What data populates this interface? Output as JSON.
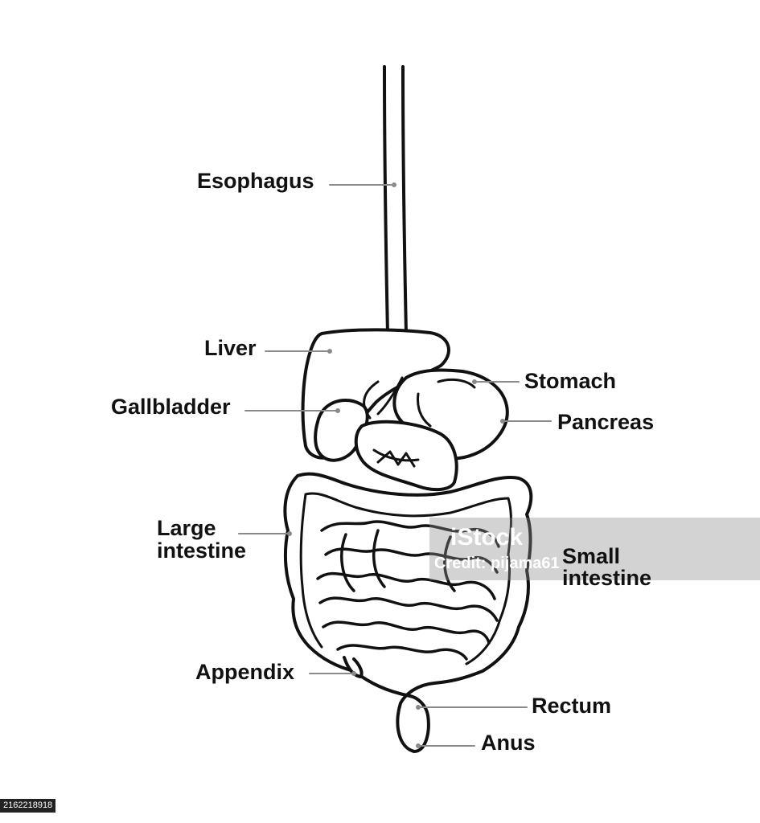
{
  "labels": {
    "esophagus": "Esophagus",
    "liver": "Liver",
    "stomach": "Stomach",
    "gallbladder": "Gallbladder",
    "pancreas": "Pancreas",
    "large_intestine_l1": "Large",
    "large_intestine_l2": "intestine",
    "small_intestine_l1": "Small",
    "small_intestine_l2": "intestine",
    "appendix": "Appendix",
    "rectum": "Rectum",
    "anus": "Anus"
  },
  "watermark": {
    "brand": "iStock",
    "credit": "Credit: pijama61"
  },
  "stock_id": "2162218918",
  "colors": {
    "ink": "#111111",
    "leader": "#8a8a8a",
    "background": "#ffffff"
  }
}
